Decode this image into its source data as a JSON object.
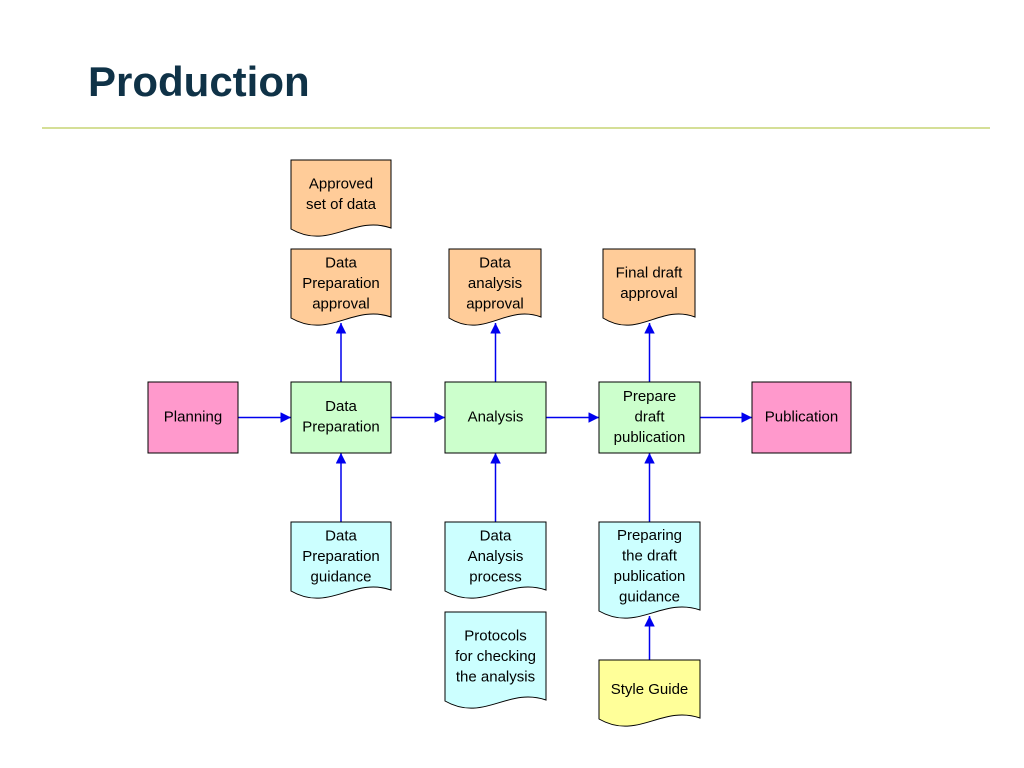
{
  "title": "Production",
  "colors": {
    "title_text": "#0f3247",
    "title_rule": "#d5df97",
    "process_box": "#ccffcc",
    "endpoint_box": "#ff99cc",
    "approval_document": "#ffcc99",
    "guidance_document": "#ccffff",
    "style_guide_document": "#ffff99",
    "connector": "#0000ee",
    "outline": "#000000"
  },
  "nodes": [
    {
      "id": "planning",
      "kind": "process",
      "fill": "endpoint_box",
      "lines": [
        "Planning"
      ]
    },
    {
      "id": "data-preparation",
      "kind": "process",
      "fill": "process_box",
      "lines": [
        "Data",
        "Preparation"
      ]
    },
    {
      "id": "analysis",
      "kind": "process",
      "fill": "process_box",
      "lines": [
        "Analysis"
      ]
    },
    {
      "id": "prepare-draft-publication",
      "kind": "process",
      "fill": "process_box",
      "lines": [
        "Prepare",
        "draft",
        "publication"
      ]
    },
    {
      "id": "publication",
      "kind": "process",
      "fill": "endpoint_box",
      "lines": [
        "Publication"
      ]
    },
    {
      "id": "approved-set-of-data",
      "kind": "document",
      "fill": "approval_document",
      "lines": [
        "Approved",
        "set of data"
      ]
    },
    {
      "id": "data-preparation-approval",
      "kind": "document",
      "fill": "approval_document",
      "lines": [
        "Data",
        "Preparation",
        "approval"
      ]
    },
    {
      "id": "data-analysis-approval",
      "kind": "document",
      "fill": "approval_document",
      "lines": [
        "Data",
        "analysis",
        "approval"
      ]
    },
    {
      "id": "final-draft-approval",
      "kind": "document",
      "fill": "approval_document",
      "lines": [
        "Final draft",
        "approval"
      ]
    },
    {
      "id": "data-preparation-guidance",
      "kind": "document",
      "fill": "guidance_document",
      "lines": [
        "Data",
        "Preparation",
        "guidance"
      ]
    },
    {
      "id": "data-analysis-process",
      "kind": "document",
      "fill": "guidance_document",
      "lines": [
        "Data",
        "Analysis",
        "process"
      ]
    },
    {
      "id": "protocols-for-checking-the-analysis",
      "kind": "document",
      "fill": "guidance_document",
      "lines": [
        "Protocols",
        "for checking",
        "the analysis"
      ]
    },
    {
      "id": "preparing-the-draft-publication-guidance",
      "kind": "document",
      "fill": "guidance_document",
      "lines": [
        "Preparing",
        "the draft",
        "publication",
        "guidance"
      ]
    },
    {
      "id": "style-guide",
      "kind": "document",
      "fill": "style_guide_document",
      "lines": [
        "Style Guide"
      ]
    }
  ],
  "connectors": [
    {
      "from": "planning",
      "to": "data-preparation"
    },
    {
      "from": "data-preparation",
      "to": "analysis"
    },
    {
      "from": "analysis",
      "to": "prepare-draft-publication"
    },
    {
      "from": "prepare-draft-publication",
      "to": "publication"
    },
    {
      "from": "data-preparation",
      "to": "data-preparation-approval"
    },
    {
      "from": "analysis",
      "to": "data-analysis-approval"
    },
    {
      "from": "prepare-draft-publication",
      "to": "final-draft-approval"
    },
    {
      "from": "data-preparation-guidance",
      "to": "data-preparation"
    },
    {
      "from": "data-analysis-process",
      "to": "analysis"
    },
    {
      "from": "preparing-the-draft-publication-guidance",
      "to": "prepare-draft-publication"
    },
    {
      "from": "style-guide",
      "to": "preparing-the-draft-publication-guidance"
    }
  ]
}
